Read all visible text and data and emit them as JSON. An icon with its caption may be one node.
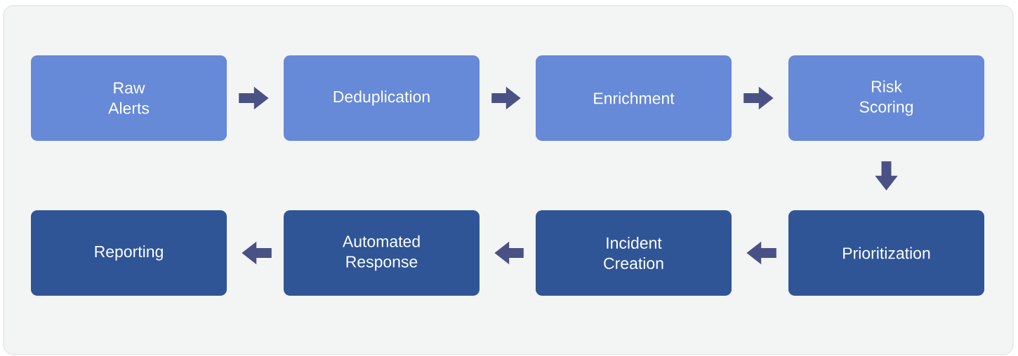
{
  "diagram": {
    "nodes": [
      {
        "text": [
          "Raw Alerts"
        ]
      },
      {
        "text": [
          "Deduplication"
        ]
      },
      {
        "text": [
          "Enrichment"
        ]
      },
      {
        "text": [
          "Risk Scoring"
        ]
      },
      {
        "text": [
          "Prioritization"
        ]
      },
      {
        "text": [
          "Incident Creation"
        ]
      },
      {
        "text": [
          "Automated Response"
        ]
      },
      {
        "text": [
          "Reporting"
        ]
      }
    ],
    "edges": [
      {
        "from": 0,
        "to": 1,
        "arrow": "to"
      },
      {
        "from": 1,
        "to": 2,
        "arrow": "to"
      },
      {
        "from": 2,
        "to": 3,
        "arrow": "to"
      },
      {
        "from": 3,
        "to": 4,
        "arrow": "to"
      },
      {
        "from": 4,
        "to": 5,
        "arrow": "to"
      },
      {
        "from": 5,
        "to": 6,
        "arrow": "to"
      },
      {
        "from": 6,
        "to": 7,
        "arrow": "to"
      }
    ]
  }
}
